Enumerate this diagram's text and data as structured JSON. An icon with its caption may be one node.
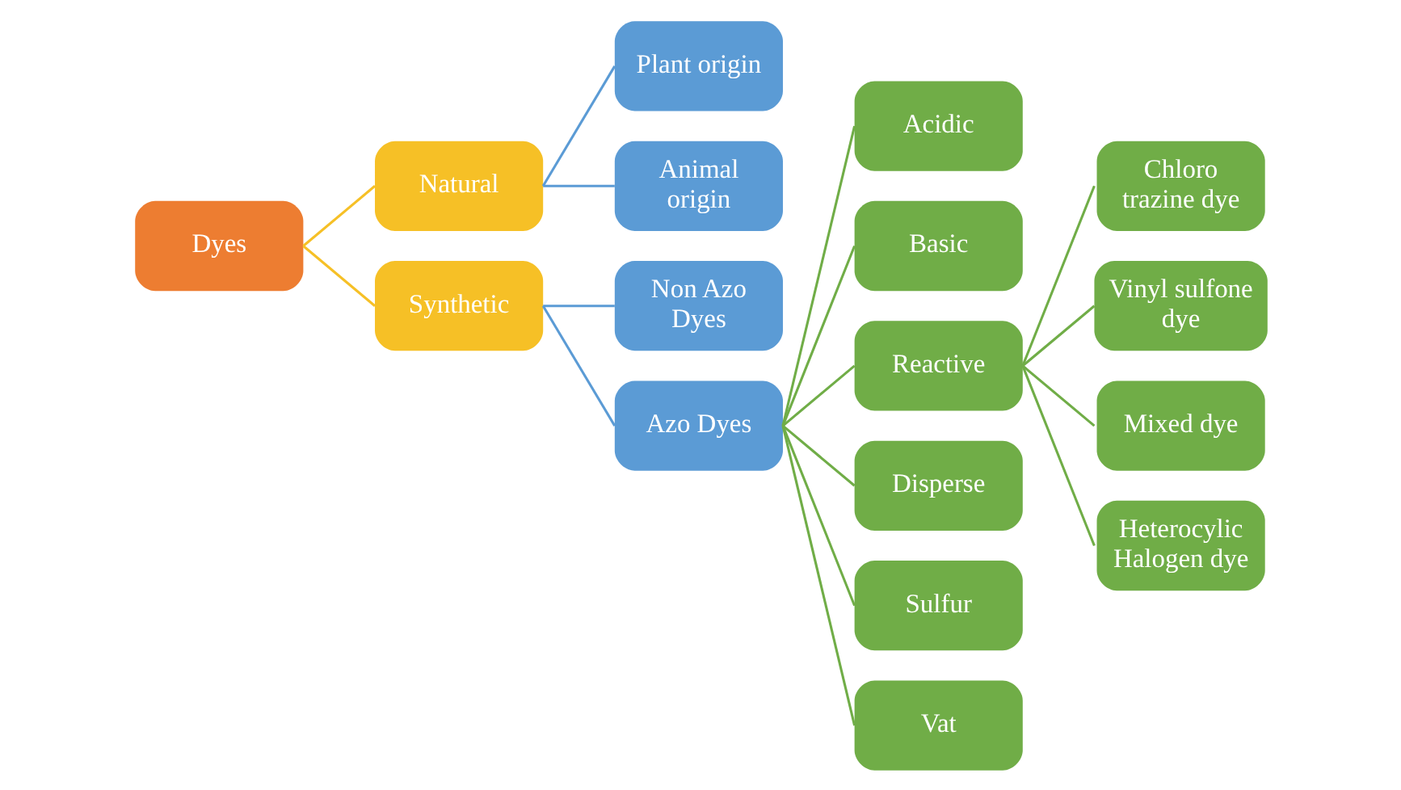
{
  "diagram": {
    "nodes": [
      {
        "text": [
          "Dyes"
        ]
      },
      {
        "text": [
          "Natural"
        ]
      },
      {
        "text": [
          "Synthetic"
        ]
      },
      {
        "text": [
          "Plant origin"
        ]
      },
      {
        "text": [
          "Animal origin"
        ]
      },
      {
        "text": [
          "Non Azo Dyes"
        ]
      },
      {
        "text": [
          "Azo Dyes"
        ]
      },
      {
        "text": [
          "Acidic"
        ]
      },
      {
        "text": [
          "Basic"
        ]
      },
      {
        "text": [
          "Reactive"
        ]
      },
      {
        "text": [
          "Disperse"
        ]
      },
      {
        "text": [
          "Sulfur"
        ]
      },
      {
        "text": [
          "Vat"
        ]
      },
      {
        "text": [
          "Chloro trazine dye"
        ]
      },
      {
        "text": [
          "Vinyl sulfone dye"
        ]
      },
      {
        "text": [
          "Mixed dye"
        ]
      },
      {
        "text": [
          "Heterocylic Halogen dye"
        ]
      }
    ],
    "edges": [
      {
        "from": 0,
        "to": 1,
        "arrow": "none",
        "color": "#f6c026"
      },
      {
        "from": 0,
        "to": 2,
        "arrow": "none",
        "color": "#f6c026"
      },
      {
        "from": 1,
        "to": 3,
        "arrow": "none",
        "color": "#5b9bd5"
      },
      {
        "from": 1,
        "to": 4,
        "arrow": "none",
        "color": "#5b9bd5"
      },
      {
        "from": 2,
        "to": 5,
        "arrow": "none",
        "color": "#5b9bd5"
      },
      {
        "from": 2,
        "to": 6,
        "arrow": "none",
        "color": "#5b9bd5"
      },
      {
        "from": 6,
        "to": 7,
        "arrow": "none"
      },
      {
        "from": 6,
        "to": 8,
        "arrow": "none"
      },
      {
        "from": 6,
        "to": 9,
        "arrow": "none"
      },
      {
        "from": 6,
        "to": 10,
        "arrow": "none"
      },
      {
        "from": 6,
        "to": 11,
        "arrow": "none"
      },
      {
        "from": 6,
        "to": 12,
        "arrow": "none"
      },
      {
        "from": 9,
        "to": 13,
        "arrow": "none"
      },
      {
        "from": 9,
        "to": 14,
        "arrow": "none"
      },
      {
        "from": 9,
        "to": 15,
        "arrow": "none"
      },
      {
        "from": 9,
        "to": 16,
        "arrow": "none"
      }
    ]
  }
}
